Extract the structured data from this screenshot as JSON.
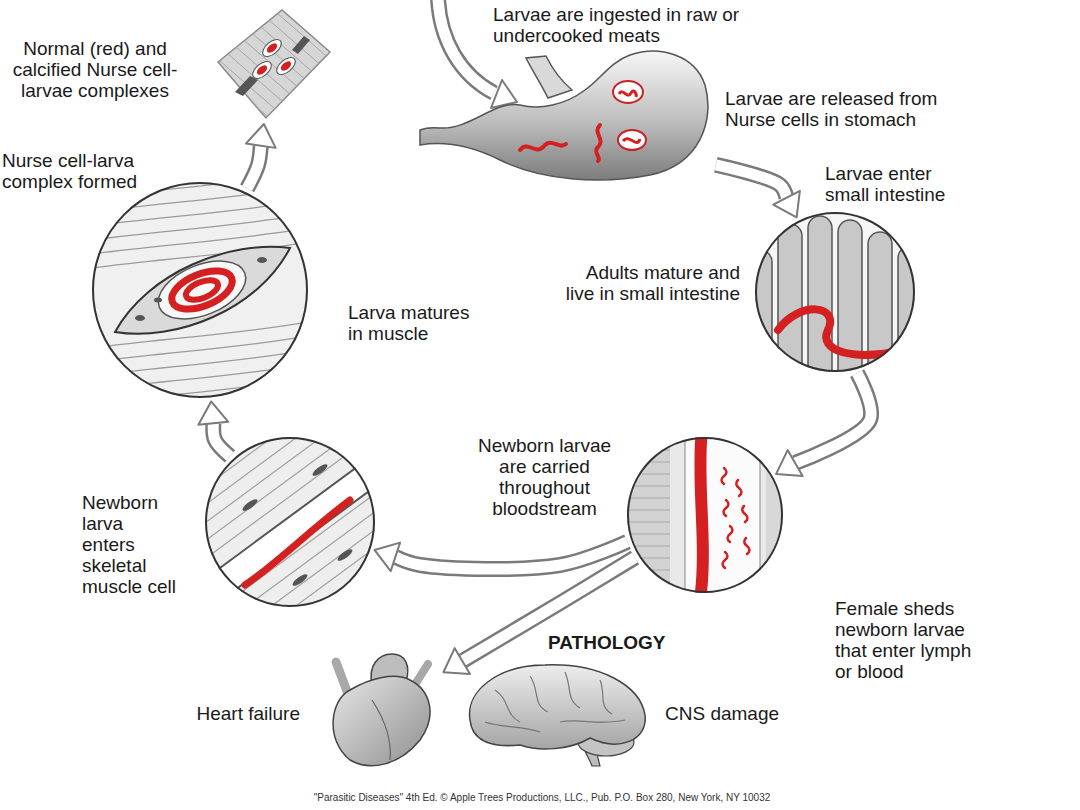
{
  "diagram": {
    "nodes": [
      {
        "text": [
          "Normal (red) and calcified Nurse cell-larvae complexes"
        ]
      },
      {
        "text": [
          "Larvae are ingested in raw or undercooked meats",
          "Larvae are released from Nurse cells in stomach"
        ]
      },
      {
        "text": [
          "Larvae enter small intestine",
          "Adults mature and live in small intestine"
        ]
      },
      {
        "text": [
          "Female sheds newborn larvae that enter lymph or blood"
        ]
      },
      {
        "text": [
          "Newborn larva enters skeletal muscle cell"
        ]
      },
      {
        "text": [
          "Nurse cell-larva complex formed",
          "Larva matures in muscle"
        ]
      },
      {
        "text": [
          "Heart failure"
        ]
      },
      {
        "text": [
          "CNS damage"
        ]
      }
    ],
    "edges": [
      {
        "from": 1,
        "to": 2,
        "arrow": "to"
      },
      {
        "from": 2,
        "to": 3,
        "arrow": "to"
      },
      {
        "from": 3,
        "to": 4,
        "label": "Newborn larvae are carried throughout bloodstream",
        "arrow": "to"
      },
      {
        "from": 4,
        "to": 5,
        "arrow": "to"
      },
      {
        "from": 5,
        "to": 0,
        "arrow": "to"
      },
      {
        "from": 3,
        "to": 6,
        "arrow": "to"
      }
    ],
    "labels": [
      "PATHOLOGY",
      "\"Parasitic Diseases\" 4th Ed. © Apple Trees Productions, LLC., Pub. P.O. Box 280, New York, NY 10032"
    ]
  }
}
